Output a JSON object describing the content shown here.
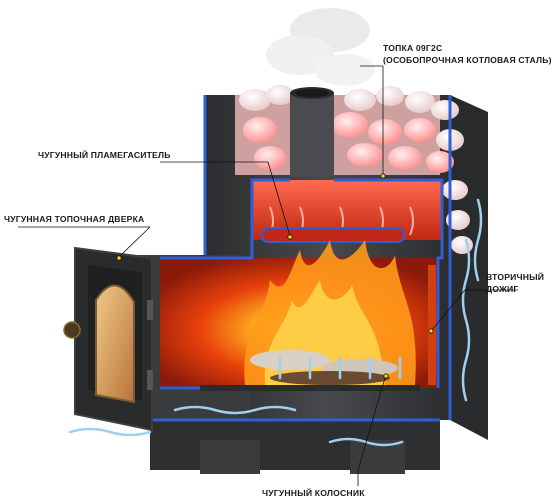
{
  "labels": {
    "firebox_line1": "ТОПКА 09Г2С",
    "firebox_line2": "(ОСОБОПРОЧНАЯ КОТЛОВАЯ СТАЛЬ)",
    "flame_arrester": "ЧУГУННЫЙ ПЛАМЕГАСИТЕЛЬ",
    "firebox_door": "ЧУГУННАЯ ТОПОЧНАЯ ДВЕРКА",
    "afterburn_line1": "ВТОРИЧНЫЙ",
    "afterburn_line2": "ДОЖИГ",
    "grate": "ЧУГУННЫЙ КОЛОСНИК"
  },
  "colors": {
    "steel": "#3c3d3f",
    "steel_dark": "#2a2b2d",
    "inner_blue": "#2f5fd6",
    "flame_orange": "#ff8a1a",
    "stones": "#f2dede",
    "air_flow": "#9fd0f0",
    "label_text": "#1a1a1a"
  }
}
